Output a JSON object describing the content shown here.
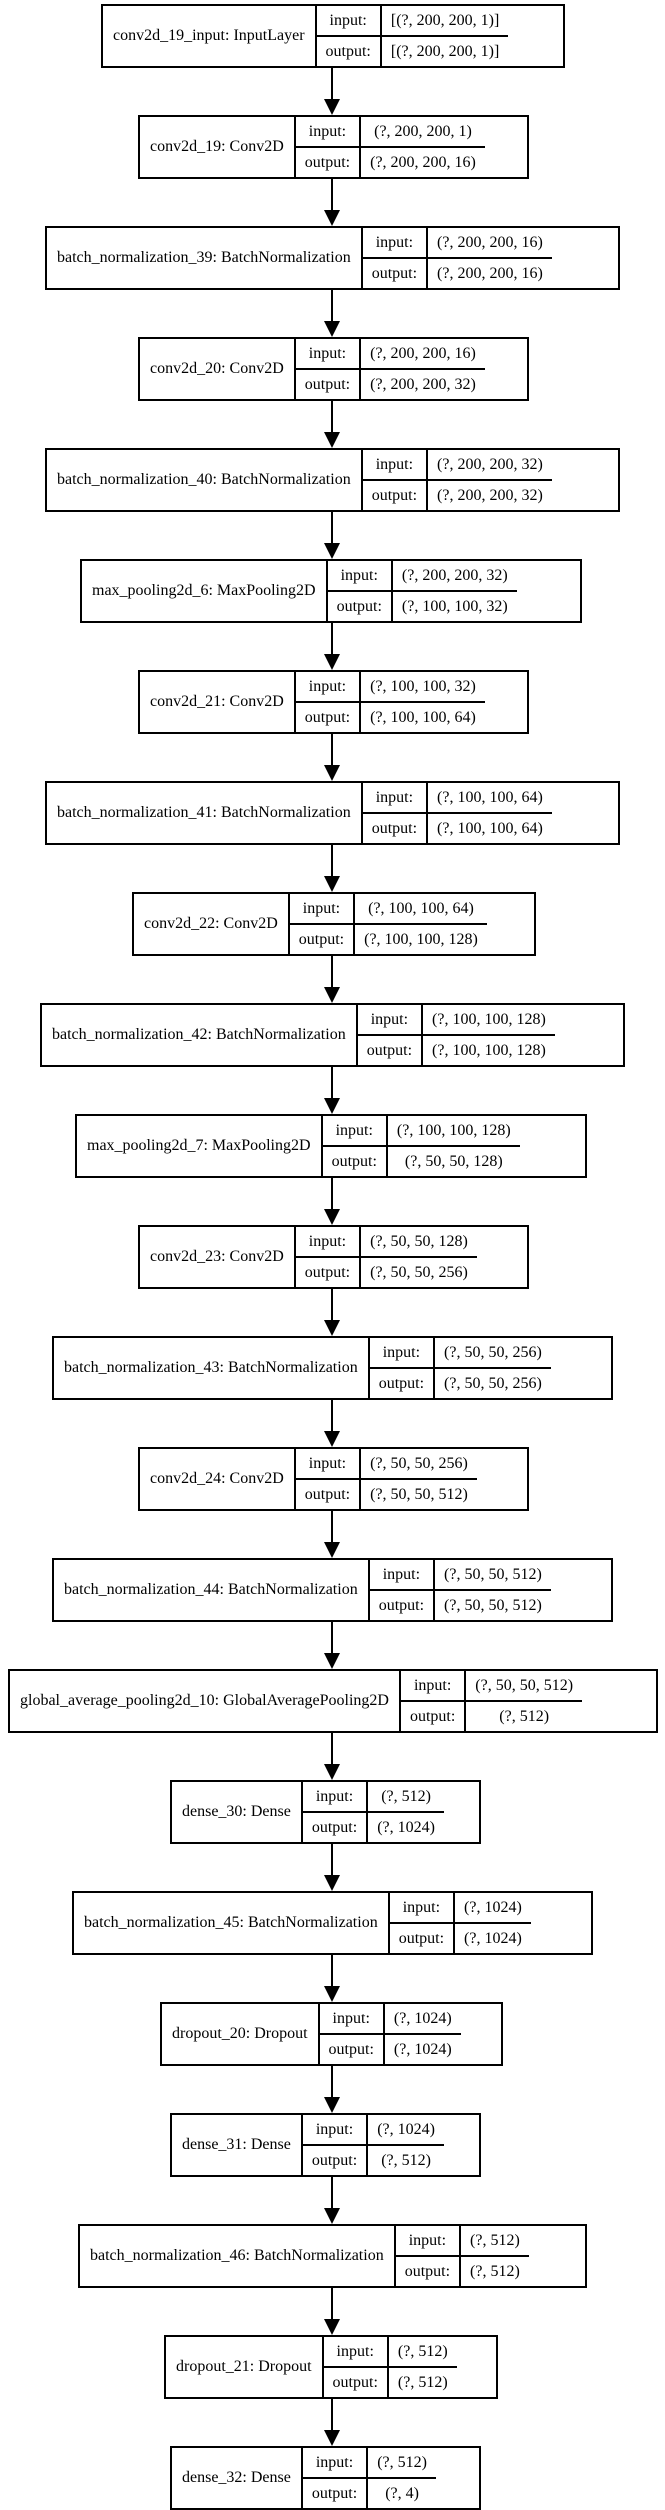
{
  "nodes": [
    {
      "name": "conv2d_19_input: InputLayer",
      "input_label": "input:",
      "output_label": "output:",
      "input": "[(?, 200, 200, 1)]",
      "output": "[(?, 200, 200, 1)]"
    },
    {
      "name": "conv2d_19: Conv2D",
      "input_label": "input:",
      "output_label": "output:",
      "input": "(?, 200, 200, 1)",
      "output": "(?, 200, 200, 16)"
    },
    {
      "name": "batch_normalization_39: BatchNormalization",
      "input_label": "input:",
      "output_label": "output:",
      "input": "(?, 200, 200, 16)",
      "output": "(?, 200, 200, 16)"
    },
    {
      "name": "conv2d_20: Conv2D",
      "input_label": "input:",
      "output_label": "output:",
      "input": "(?, 200, 200, 16)",
      "output": "(?, 200, 200, 32)"
    },
    {
      "name": "batch_normalization_40: BatchNormalization",
      "input_label": "input:",
      "output_label": "output:",
      "input": "(?, 200, 200, 32)",
      "output": "(?, 200, 200, 32)"
    },
    {
      "name": "max_pooling2d_6: MaxPooling2D",
      "input_label": "input:",
      "output_label": "output:",
      "input": "(?, 200, 200, 32)",
      "output": "(?, 100, 100, 32)"
    },
    {
      "name": "conv2d_21: Conv2D",
      "input_label": "input:",
      "output_label": "output:",
      "input": "(?, 100, 100, 32)",
      "output": "(?, 100, 100, 64)"
    },
    {
      "name": "batch_normalization_41: BatchNormalization",
      "input_label": "input:",
      "output_label": "output:",
      "input": "(?, 100, 100, 64)",
      "output": "(?, 100, 100, 64)"
    },
    {
      "name": "conv2d_22: Conv2D",
      "input_label": "input:",
      "output_label": "output:",
      "input": "(?, 100, 100, 64)",
      "output": "(?, 100, 100, 128)"
    },
    {
      "name": "batch_normalization_42: BatchNormalization",
      "input_label": "input:",
      "output_label": "output:",
      "input": "(?, 100, 100, 128)",
      "output": "(?, 100, 100, 128)"
    },
    {
      "name": "max_pooling2d_7: MaxPooling2D",
      "input_label": "input:",
      "output_label": "output:",
      "input": "(?, 100, 100, 128)",
      "output": "(?, 50, 50, 128)"
    },
    {
      "name": "conv2d_23: Conv2D",
      "input_label": "input:",
      "output_label": "output:",
      "input": "(?, 50, 50, 128)",
      "output": "(?, 50, 50, 256)"
    },
    {
      "name": "batch_normalization_43: BatchNormalization",
      "input_label": "input:",
      "output_label": "output:",
      "input": "(?, 50, 50, 256)",
      "output": "(?, 50, 50, 256)"
    },
    {
      "name": "conv2d_24: Conv2D",
      "input_label": "input:",
      "output_label": "output:",
      "input": "(?, 50, 50, 256)",
      "output": "(?, 50, 50, 512)"
    },
    {
      "name": "batch_normalization_44: BatchNormalization",
      "input_label": "input:",
      "output_label": "output:",
      "input": "(?, 50, 50, 512)",
      "output": "(?, 50, 50, 512)"
    },
    {
      "name": "global_average_pooling2d_10: GlobalAveragePooling2D",
      "input_label": "input:",
      "output_label": "output:",
      "input": "(?, 50, 50, 512)",
      "output": "(?, 512)"
    },
    {
      "name": "dense_30: Dense",
      "input_label": "input:",
      "output_label": "output:",
      "input": "(?, 512)",
      "output": "(?, 1024)"
    },
    {
      "name": "batch_normalization_45: BatchNormalization",
      "input_label": "input:",
      "output_label": "output:",
      "input": "(?, 1024)",
      "output": "(?, 1024)"
    },
    {
      "name": "dropout_20: Dropout",
      "input_label": "input:",
      "output_label": "output:",
      "input": "(?, 1024)",
      "output": "(?, 1024)"
    },
    {
      "name": "dense_31: Dense",
      "input_label": "input:",
      "output_label": "output:",
      "input": "(?, 1024)",
      "output": "(?, 512)"
    },
    {
      "name": "batch_normalization_46: BatchNormalization",
      "input_label": "input:",
      "output_label": "output:",
      "input": "(?, 512)",
      "output": "(?, 512)"
    },
    {
      "name": "dropout_21: Dropout",
      "input_label": "input:",
      "output_label": "output:",
      "input": "(?, 512)",
      "output": "(?, 512)"
    },
    {
      "name": "dense_32: Dense",
      "input_label": "input:",
      "output_label": "output:",
      "input": "(?, 512)",
      "output": "(?, 4)"
    }
  ]
}
